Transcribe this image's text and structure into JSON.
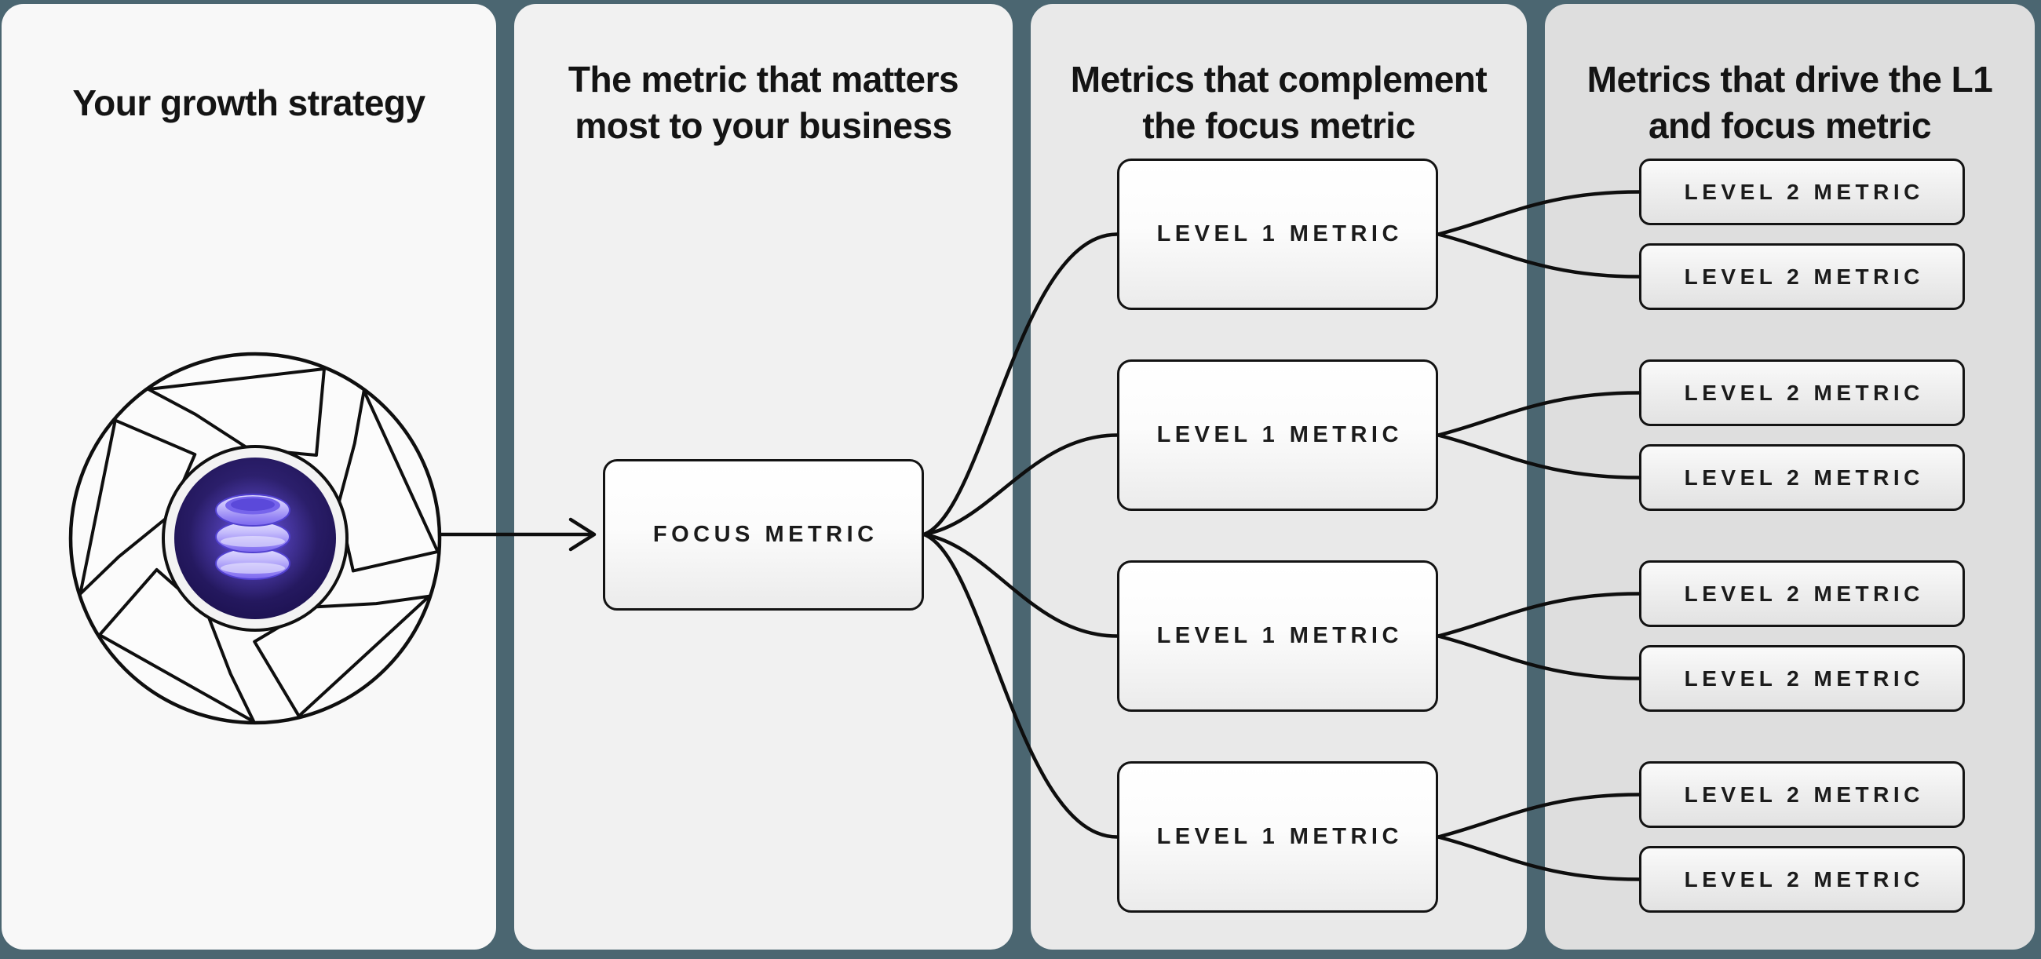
{
  "columns": [
    {
      "title_lines": [
        "Your growth strategy"
      ],
      "panel_color": "#f8f8f8"
    },
    {
      "title_lines": [
        "The metric that matters",
        "most to your business"
      ],
      "panel_color": "#f1f1f1",
      "nodes": [
        {
          "label": "FOCUS METRIC"
        }
      ]
    },
    {
      "title_lines": [
        "Metrics that complement",
        "the focus metric"
      ],
      "panel_color": "#e9e9e9",
      "nodes": [
        {
          "label": "LEVEL 1 METRIC"
        },
        {
          "label": "LEVEL 1 METRIC"
        },
        {
          "label": "LEVEL 1 METRIC"
        },
        {
          "label": "LEVEL 1 METRIC"
        }
      ]
    },
    {
      "title_lines": [
        "Metrics that drive the L1",
        "and focus metric"
      ],
      "panel_color": "#dedede",
      "nodes": [
        {
          "label": "LEVEL 2 METRIC"
        },
        {
          "label": "LEVEL 2 METRIC"
        },
        {
          "label": "LEVEL 2 METRIC"
        },
        {
          "label": "LEVEL 2 METRIC"
        },
        {
          "label": "LEVEL 2 METRIC"
        },
        {
          "label": "LEVEL 2 METRIC"
        },
        {
          "label": "LEVEL 2 METRIC"
        },
        {
          "label": "LEVEL 2 METRIC"
        }
      ]
    }
  ],
  "icons": {
    "growth_cycle": "pinwheel-cycle-icon",
    "database": "database-icon",
    "arrow": "right-arrow-icon"
  },
  "colors": {
    "background": "#4b6671",
    "line": "#0e0e0e",
    "node_border": "#131313",
    "hub_disc_dark": "#1c1150",
    "hub_disc_light": "#413193",
    "database_light": "#e4e0ff",
    "database_dark": "#7b67ef"
  }
}
